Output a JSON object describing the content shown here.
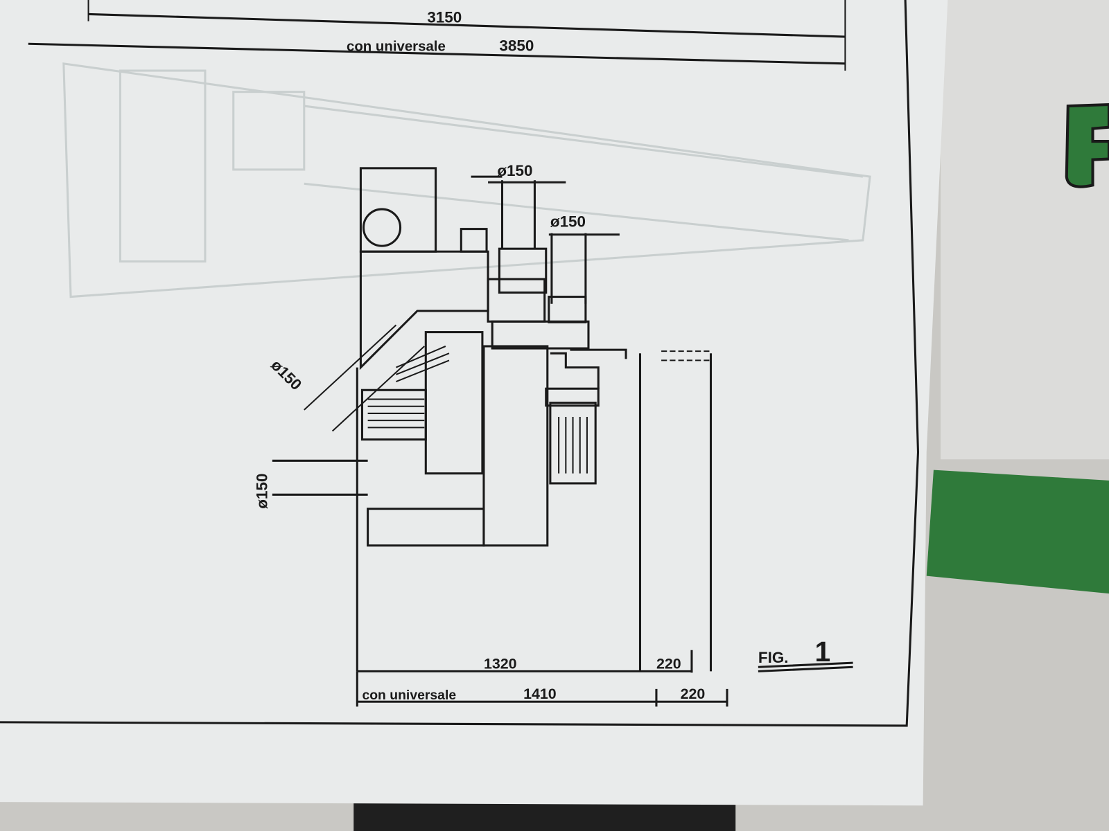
{
  "drawing": {
    "top_dimension": "3150",
    "top_universal_label": "con universale",
    "top_universal_value": "3850",
    "diameters": [
      "ø150",
      "ø150",
      "ø150",
      "ø150"
    ],
    "bottom_dimension_main": "1320",
    "bottom_dimension_side": "220",
    "bottom_universal_label": "con universale",
    "bottom_universal_value": "1410",
    "bottom_universal_side": "220",
    "figure_label": "FIG.",
    "figure_number": "1",
    "logo_fragment": "F"
  },
  "colors": {
    "paper": "#e8eaea",
    "ink": "#1a1a1a",
    "machine_green": "#2f7a3a",
    "floor": "#c9c8c4"
  }
}
